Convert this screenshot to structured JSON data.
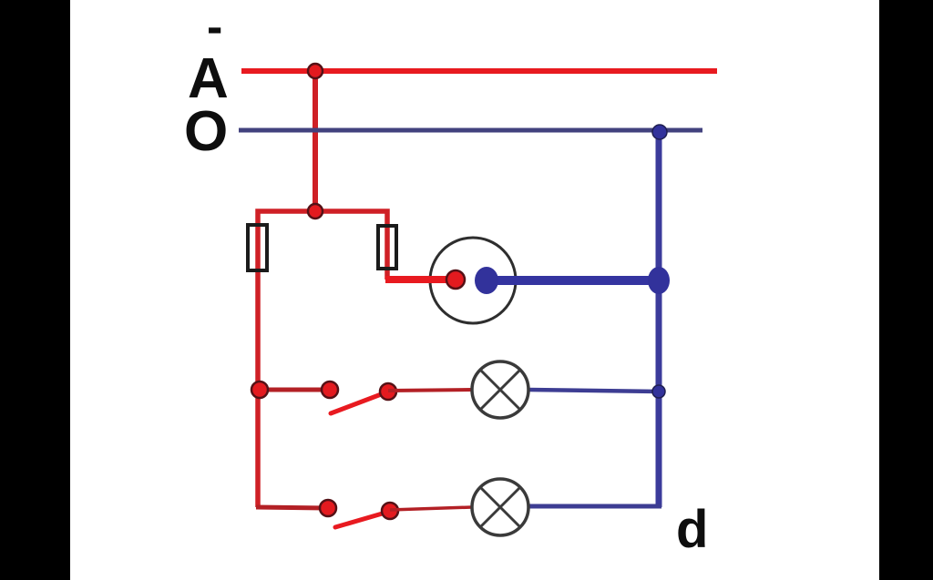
{
  "diagram": {
    "type": "electrical-circuit-schematic",
    "labels": {
      "polarity_mark": "-",
      "phase_line": "A",
      "neutral_line": "O",
      "corner_label": "d"
    },
    "icons": [
      "fuse-icon-left",
      "fuse-icon-right",
      "socket-icon",
      "switch-icon-upper",
      "switch-icon-lower",
      "lamp-icon-upper",
      "lamp-icon-lower",
      "junction-dot"
    ]
  },
  "colors": {
    "letterbox": "#000000",
    "background": "#ffffff",
    "wire_red_bright": "#e81a20",
    "wire_red_mid": "#cf2026",
    "wire_red_dark": "#b32025",
    "dot_red_fill": "#e31a1f",
    "dot_outline": "#551116",
    "wire_blue_thick": "#3434a0",
    "wire_blue_thin": "#3d3d93",
    "wire_blue_neutral": "#42427e",
    "wire_blue_riser": "#3b3b9b",
    "blue_dot": "#32329b",
    "blue_dot_outline": "#1e1e50",
    "fuse_outline": "#1b1b1b",
    "socket_outline": "#2e2e2e",
    "lamp_outline": "#3a3a3a",
    "label_text": "#0e0e0e"
  }
}
